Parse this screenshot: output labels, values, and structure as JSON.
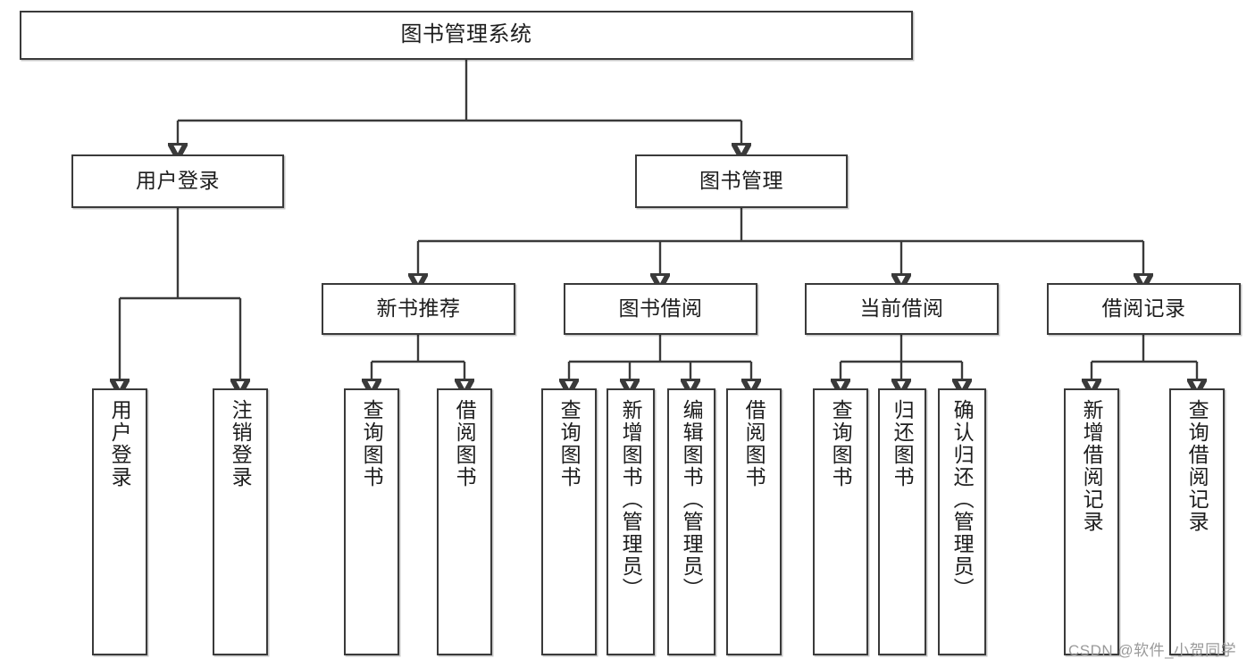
{
  "diagram": {
    "title": "图书管理系统",
    "type": "tree",
    "root": {
      "label": "图书管理系统",
      "children": [
        {
          "label": "用户登录",
          "children": [
            {
              "label": "用户登录"
            },
            {
              "label": "注销登录"
            }
          ]
        },
        {
          "label": "图书管理",
          "children": [
            {
              "label": "新书推荐",
              "children": [
                {
                  "label": "查询图书"
                },
                {
                  "label": "借阅图书"
                }
              ]
            },
            {
              "label": "图书借阅",
              "children": [
                {
                  "label": "查询图书"
                },
                {
                  "label": "新增图书（管理员）"
                },
                {
                  "label": "编辑图书（管理员）"
                },
                {
                  "label": "借阅图书"
                }
              ]
            },
            {
              "label": "当前借阅",
              "children": [
                {
                  "label": "查询图书"
                },
                {
                  "label": "归还图书"
                },
                {
                  "label": "确认归还（管理员）"
                }
              ]
            },
            {
              "label": "借阅记录",
              "children": [
                {
                  "label": "新增借阅记录"
                },
                {
                  "label": "查询借阅记录"
                }
              ]
            }
          ]
        }
      ]
    },
    "nodes": {
      "root": "图书管理系统",
      "user_login": "用户登录",
      "book_manage": "图书管理",
      "new_book_rec": "新书推荐",
      "book_borrow": "图书借阅",
      "current_borrow": "当前借阅",
      "borrow_record": "借阅记录",
      "leaf_user_login": "用户登录",
      "leaf_logout": "注销登录",
      "leaf_query_book_1": "查询图书",
      "leaf_borrow_book_1": "借阅图书",
      "leaf_query_book_2": "查询图书",
      "leaf_add_book": "新增图书（管理员）",
      "leaf_edit_book": "编辑图书（管理员）",
      "leaf_borrow_book_2": "借阅图书",
      "leaf_query_book_3": "查询图书",
      "leaf_return_book": "归还图书",
      "leaf_confirm_return": "确认归还（管理员）",
      "leaf_add_record": "新增借阅记录",
      "leaf_query_record": "查询借阅记录"
    },
    "colors": {
      "border": "#3a3a3a",
      "background": "#ffffff",
      "text": "#1d1d1d",
      "watermark": "#9a9a9a"
    }
  },
  "watermark": {
    "text": "CSDN @软件_小贺同学"
  }
}
